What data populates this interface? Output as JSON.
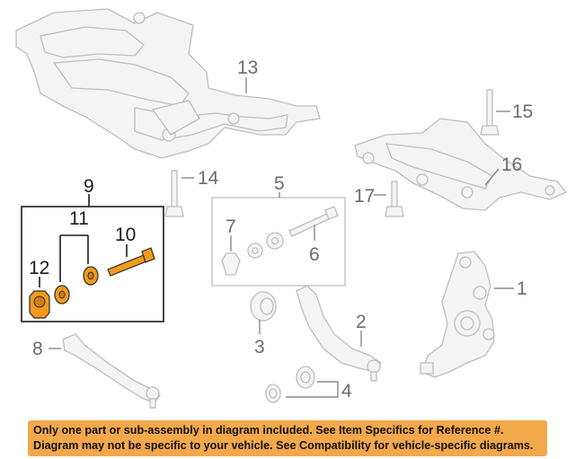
{
  "callouts": {
    "c1": "1",
    "c2": "2",
    "c3": "3",
    "c4": "4",
    "c5": "5",
    "c6": "6",
    "c7": "7",
    "c8": "8",
    "c9": "9",
    "c10": "10",
    "c11": "11",
    "c12": "12",
    "c13": "13",
    "c14": "14",
    "c15": "15",
    "c16": "16",
    "c17": "17"
  },
  "colors": {
    "highlight": "#f39a1e",
    "banner": "#f3a84a",
    "line_art": "#bdbdbd"
  },
  "disclaimer": {
    "line1": "Only one part or sub-assembly in diagram included. See Item Specifics for Reference #.",
    "line2": "Diagram may not be specific to your vehicle. See Compatibility for vehicle-specific diagrams."
  }
}
